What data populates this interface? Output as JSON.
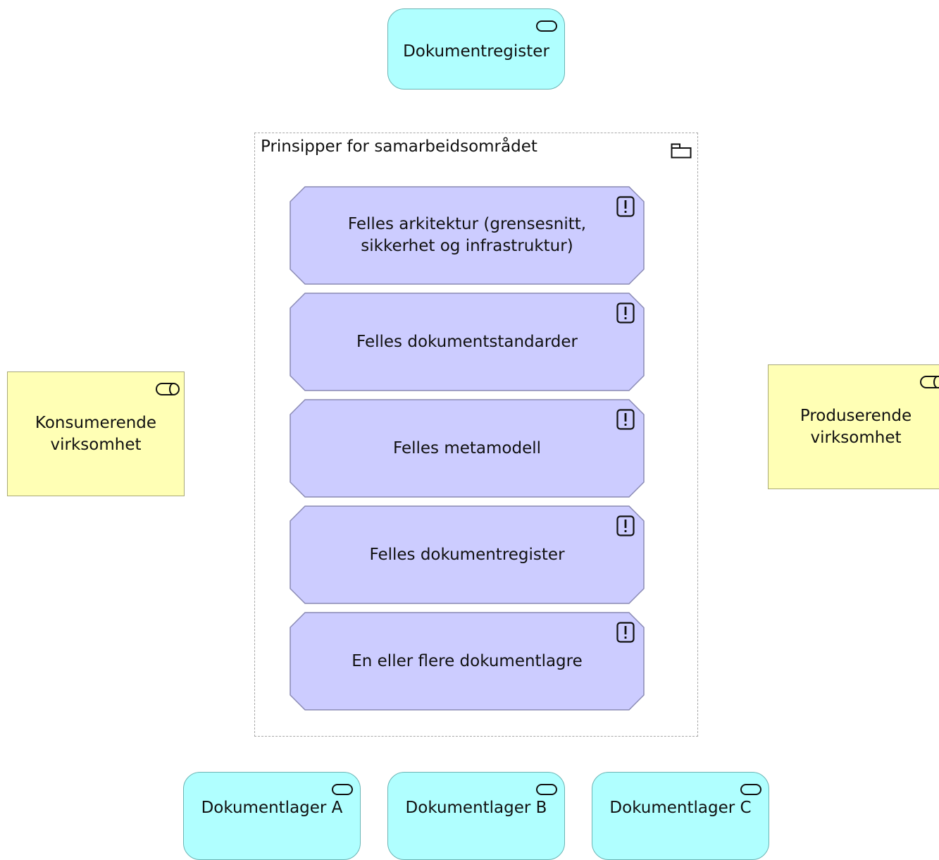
{
  "diagram": {
    "top_service": {
      "label": "Dokumentregister",
      "icon": "application-service-icon"
    },
    "group": {
      "title": "Prinsipper for samarbeidsområdet",
      "icon": "grouping-folder-icon",
      "principles": [
        {
          "label": "Felles arkitektur (grensesnitt,\nsikkerhet og infrastruktur)",
          "icon": "principle-exclamation-icon"
        },
        {
          "label": "Felles dokumentstandarder",
          "icon": "principle-exclamation-icon"
        },
        {
          "label": "Felles metamodell",
          "icon": "principle-exclamation-icon"
        },
        {
          "label": "Felles dokumentregister",
          "icon": "principle-exclamation-icon"
        },
        {
          "label": "En eller flere dokumentlagre",
          "icon": "principle-exclamation-icon"
        }
      ]
    },
    "left_role": {
      "label": "Konsumerende\nvirksomhet",
      "icon": "business-role-icon"
    },
    "right_role": {
      "label": "Produserende\nvirksomhet",
      "icon": "business-role-icon"
    },
    "bottom_services": [
      {
        "label": "Dokumentlager A",
        "icon": "application-service-icon"
      },
      {
        "label": "Dokumentlager B",
        "icon": "application-service-icon"
      },
      {
        "label": "Dokumentlager C",
        "icon": "application-service-icon"
      }
    ],
    "colors": {
      "service_fill": "#b0ffff",
      "role_fill": "#ffffb5",
      "principle_fill": "#ccccff",
      "group_border": "#a8a8a8"
    }
  }
}
